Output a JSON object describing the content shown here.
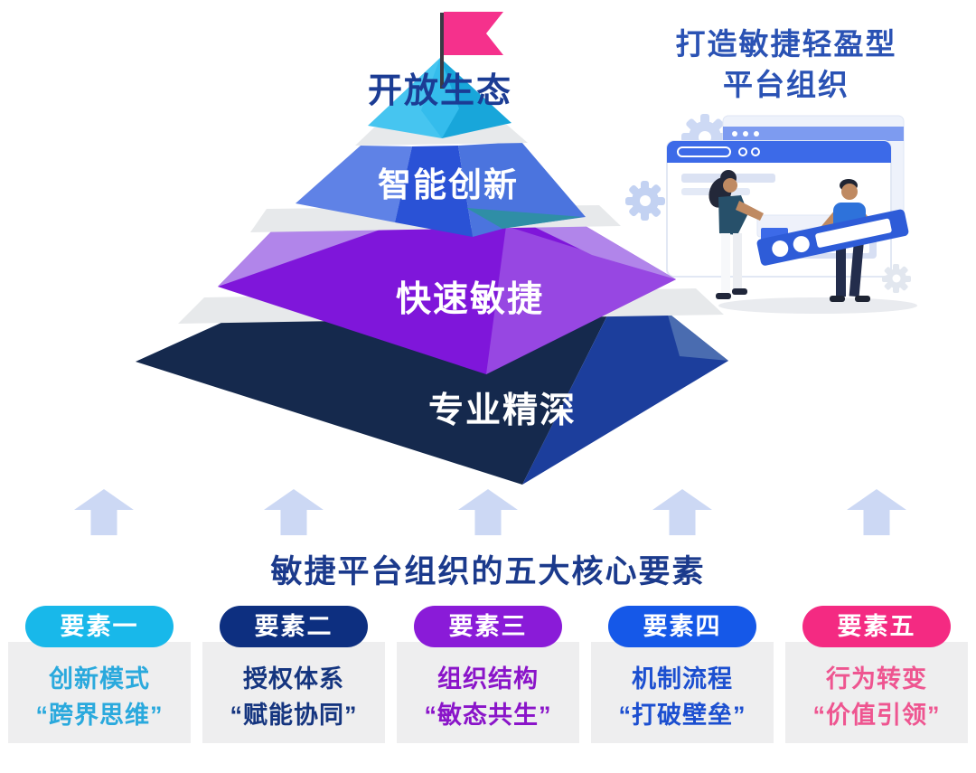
{
  "header": {
    "line1": "打造敏捷轻盈型",
    "line2": "平台组织",
    "color": "#2a52b4"
  },
  "pyramid": {
    "flag_color": "#f5318c",
    "separator_color": "#e7e9eb",
    "levels": [
      {
        "label": "开放生态",
        "color": "#2fb9ea",
        "text_color": "#1b3c94"
      },
      {
        "label": "智能创新",
        "color": "#2a52d6",
        "text_color": "#ffffff"
      },
      {
        "label": "快速敏捷",
        "color": "#7f16da",
        "text_color": "#ffffff"
      },
      {
        "label": "专业精深",
        "color": "#15294d",
        "text_color": "#ffffff"
      }
    ]
  },
  "illustration": {
    "accent_color": "#3c6ae8",
    "gear_color": "#cdd9f4"
  },
  "arrows": {
    "count": 5,
    "color": "#ccd8f4"
  },
  "section_title": "敏捷平台组织的五大核心要素",
  "elements": [
    {
      "badge": "要素一",
      "line1": "创新模式",
      "line2": "“跨界思维”",
      "badge_color": "#18b8ea",
      "text_color": "#2aa9dd"
    },
    {
      "badge": "要素二",
      "line1": "授权体系",
      "line2": "“赋能协同”",
      "badge_color": "#0d2f80",
      "text_color": "#15357f"
    },
    {
      "badge": "要素三",
      "line1": "组织结构",
      "line2": "“敏态共生”",
      "badge_color": "#8a1bd8",
      "text_color": "#8a14c9"
    },
    {
      "badge": "要素四",
      "line1": "机制流程",
      "line2": "“打破壁垒”",
      "badge_color": "#1558e8",
      "text_color": "#1c4fd0"
    },
    {
      "badge": "要素五",
      "line1": "行为转变",
      "line2": "“价值引领”",
      "badge_color": "#f42a82",
      "text_color": "#ee5590"
    }
  ]
}
